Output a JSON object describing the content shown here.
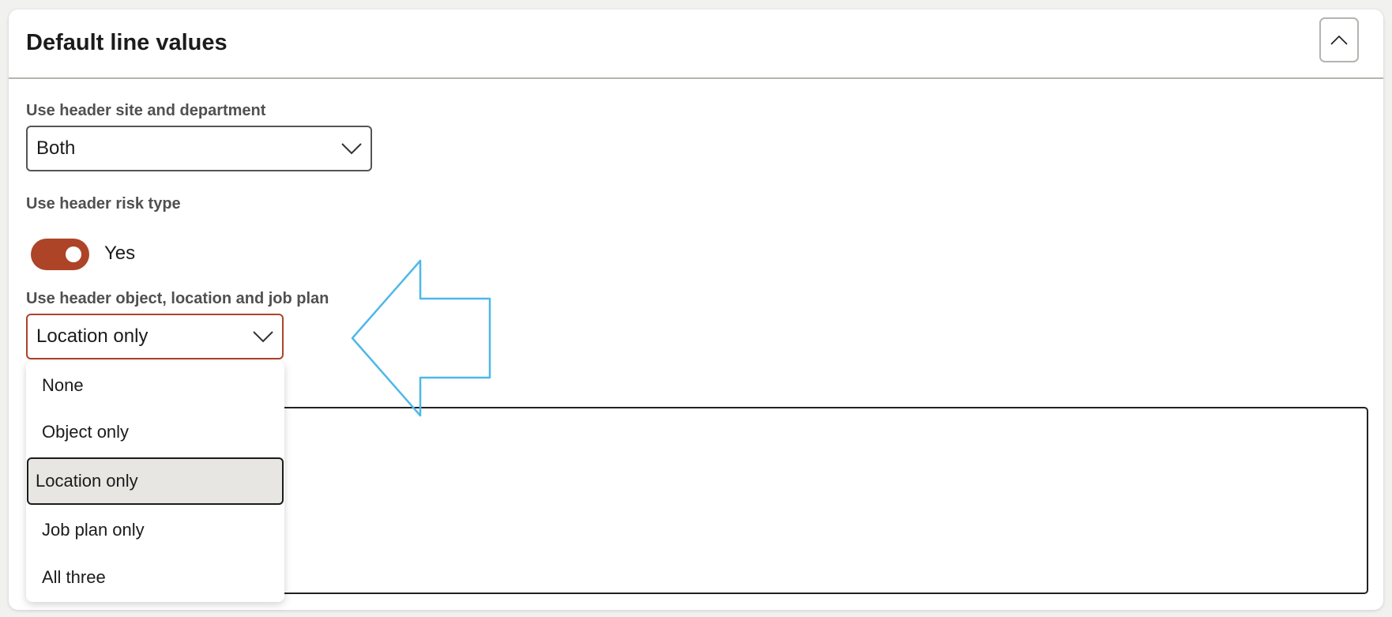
{
  "section": {
    "title": "Default line values",
    "collapse_icon": "chevron-up-icon"
  },
  "fields": {
    "site_department": {
      "label": "Use header site and department",
      "value": "Both"
    },
    "risk_type": {
      "label": "Use header risk type",
      "value_text": "Yes",
      "checked": true
    },
    "object_location": {
      "label": "Use header object, location and job plan",
      "value": "Location only",
      "options": [
        "None",
        "Object only",
        "Location only",
        "Job plan only",
        "All three"
      ],
      "selected_index": 2
    }
  },
  "colors": {
    "accent": "#ad4428",
    "annotation_arrow": "#4fb8e8"
  }
}
